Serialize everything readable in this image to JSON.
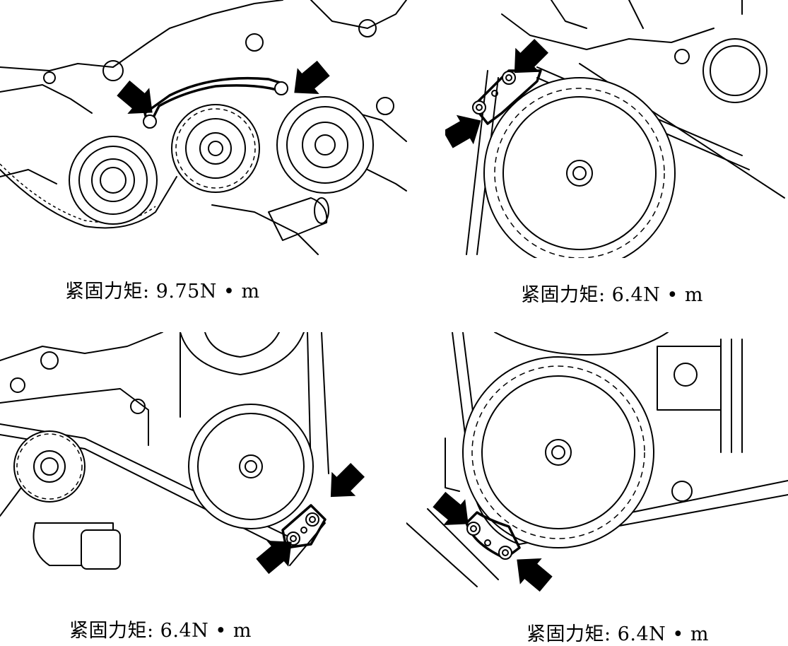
{
  "figure": {
    "panels": [
      {
        "id": "top-left",
        "caption": "紧固力矩: 9.75N • m"
      },
      {
        "id": "top-right",
        "caption": "紧固力矩: 6.4N • m"
      },
      {
        "id": "bottom-left",
        "caption": "紧固力矩: 6.4N • m"
      },
      {
        "id": "bottom-right",
        "caption": "紧固力矩: 6.4N • m"
      }
    ]
  },
  "icons": {
    "arrow": "arrow-icon",
    "bolt": "bolt-icon"
  }
}
